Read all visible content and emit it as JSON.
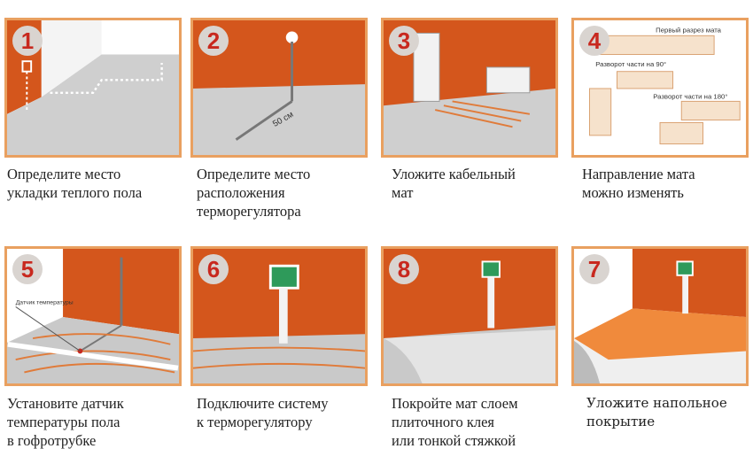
{
  "steps": [
    {
      "number": "1",
      "caption": [
        "Определите место",
        "укладки теплого пола"
      ]
    },
    {
      "number": "2",
      "caption": [
        "Определите место",
        "расположения",
        "терморегулятора"
      ],
      "label": "50 см"
    },
    {
      "number": "3",
      "caption": [
        "Уложите кабельный",
        "мат"
      ]
    },
    {
      "number": "4",
      "caption": [
        "Направление мата",
        "можно изменять"
      ],
      "labels": [
        "Первый разрез мата",
        "Разворот части на 90°",
        "Разворот части на 180°"
      ]
    },
    {
      "number": "5",
      "caption": [
        "Установите датчик",
        "температуры пола",
        "в гофротрубке"
      ],
      "label": "Датчик температуры"
    },
    {
      "number": "6",
      "caption": [
        "Подключите систему",
        "к терморегулятору"
      ]
    },
    {
      "number": "8",
      "caption": [
        "Покройте мат слоем",
        "плиточного клея",
        "или тонкой стяжкой"
      ]
    },
    {
      "number": "7",
      "caption": [
        "Уложите напольное",
        "покрытие"
      ]
    }
  ],
  "colors": {
    "wall": "#d4561c",
    "floor": "#c9c9c9",
    "frame": "#e9a060",
    "number": "#c8281e",
    "cable": "#e07b3a",
    "thermostat": "#2e9a5a"
  }
}
